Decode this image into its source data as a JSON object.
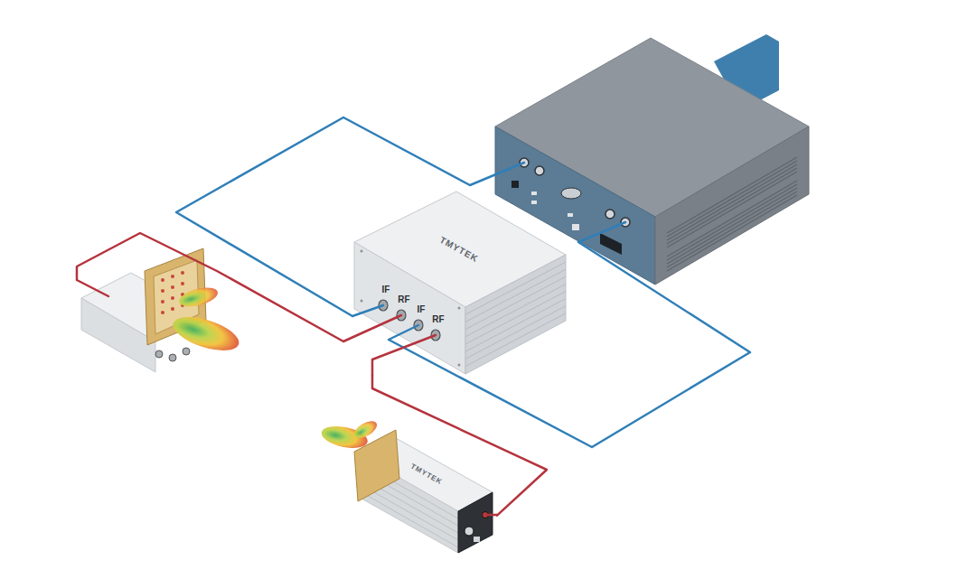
{
  "diagram": {
    "nodes": [
      {
        "text": [
          "TMYTEK"
        ]
      },
      {
        "text": [
          "TMYTEK"
        ]
      }
    ],
    "edges": [
      {
        "from": 1,
        "to": 0,
        "arrow": "none"
      }
    ],
    "labels": [
      "IF",
      "RF",
      "IF",
      "RF"
    ]
  }
}
